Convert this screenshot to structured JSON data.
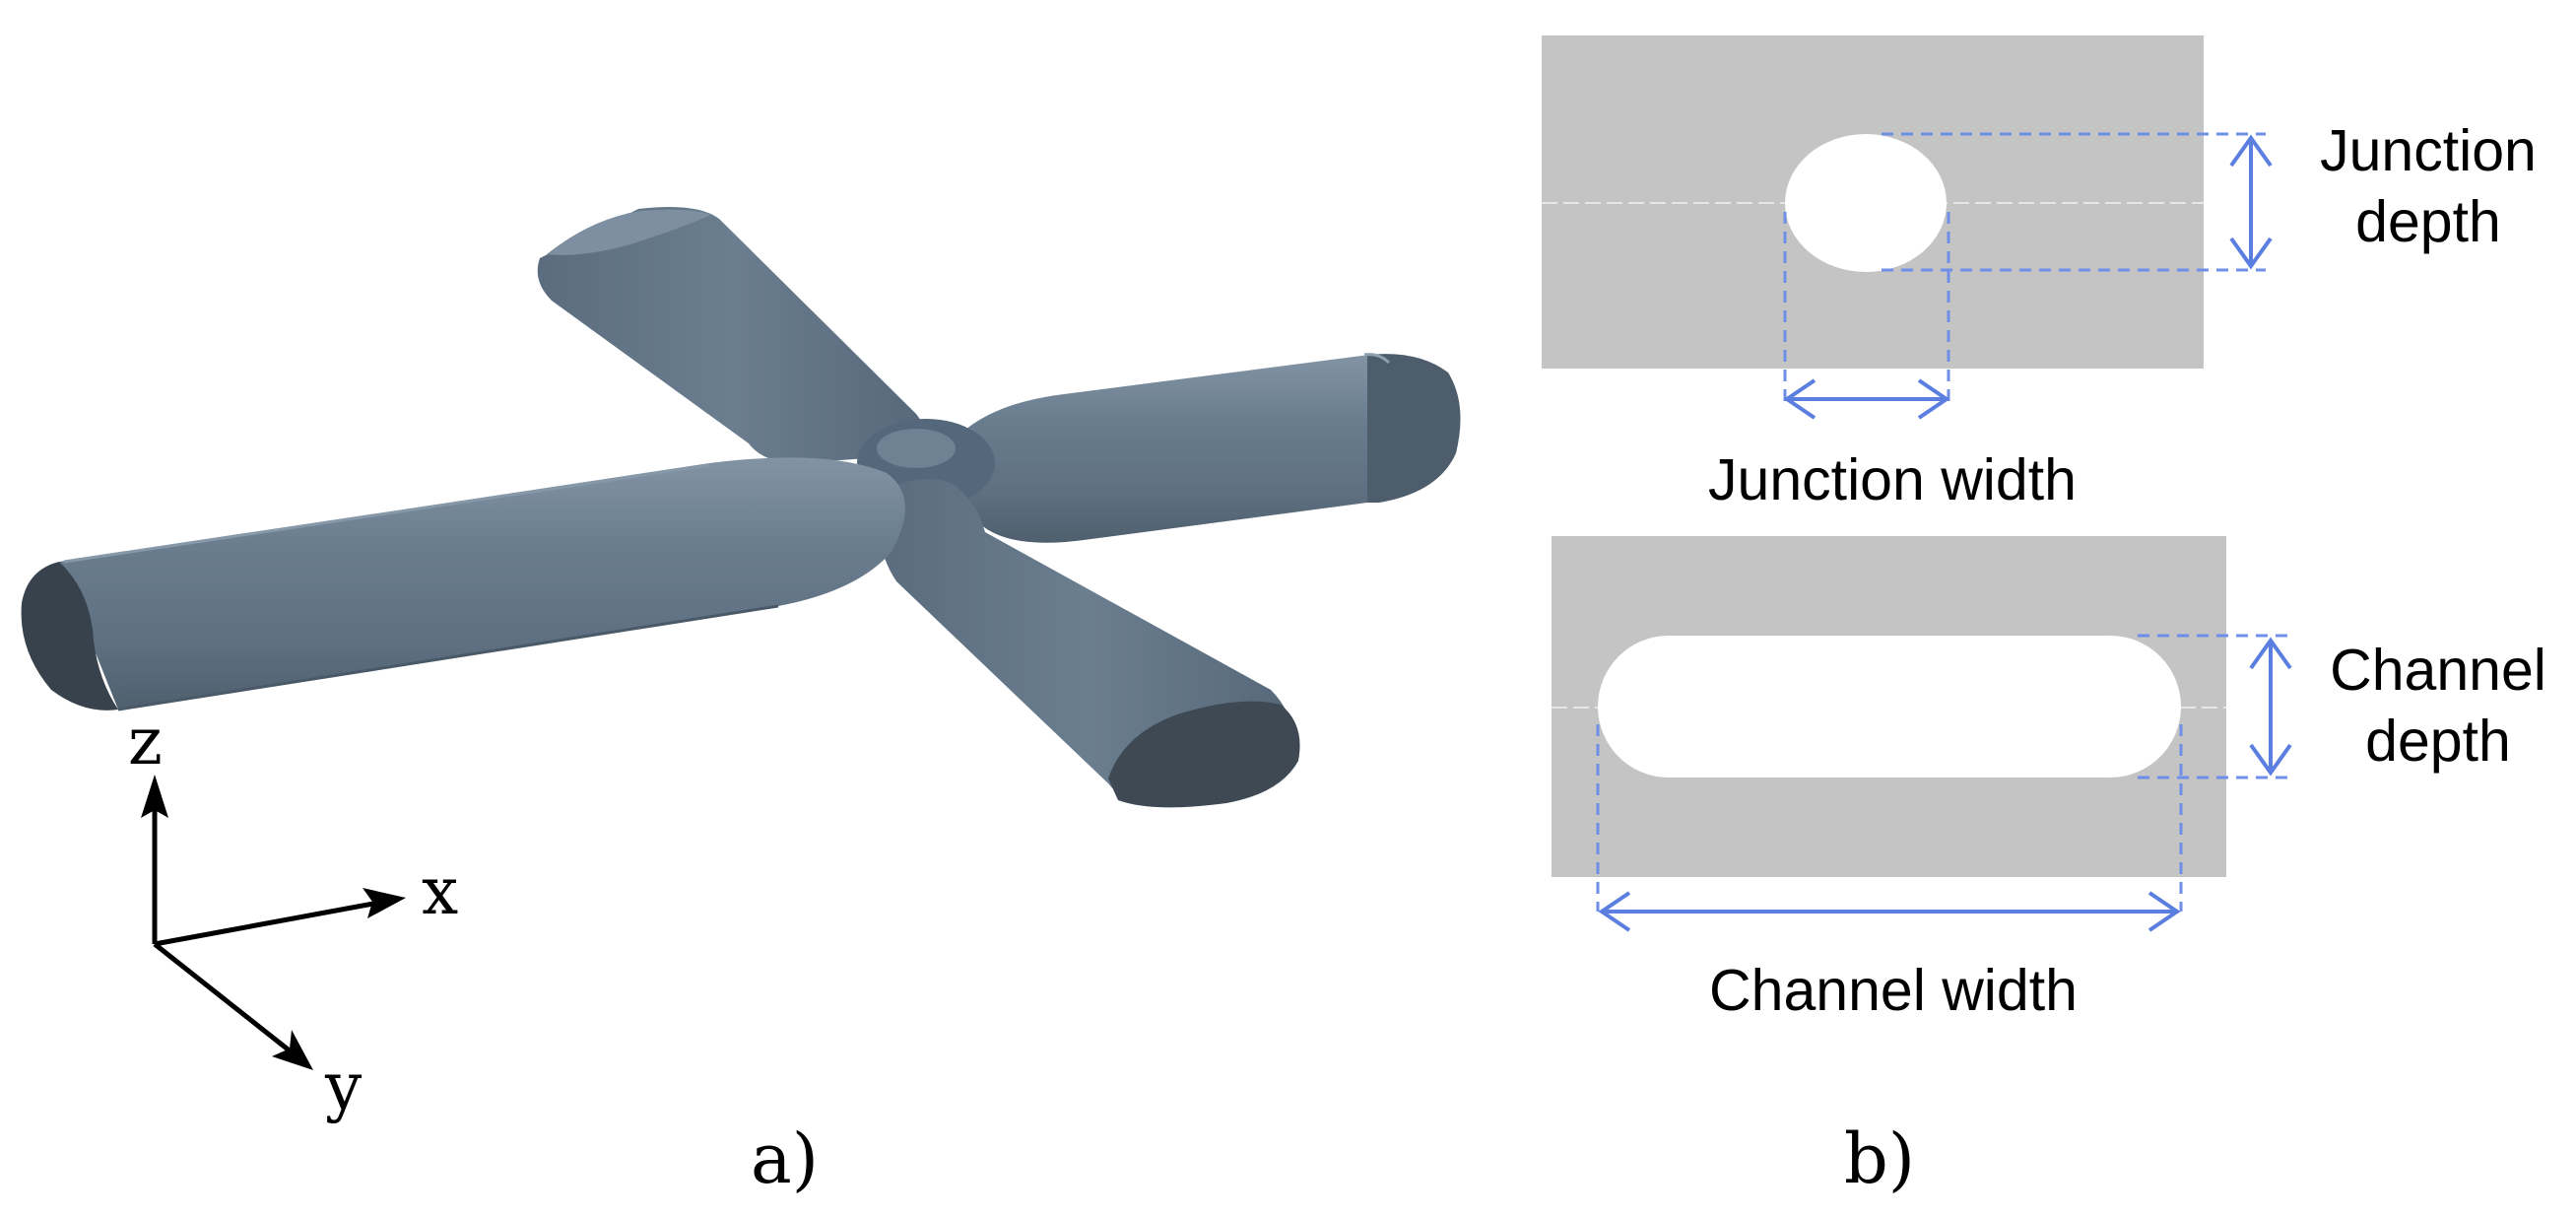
{
  "panel_a": {
    "label": "a)",
    "axes": {
      "z": "z",
      "x": "x",
      "y": "y"
    }
  },
  "panel_b": {
    "label": "b)",
    "junction_section": {
      "depth_line1": "Junction",
      "depth_line2": "depth",
      "width_label": "Junction width"
    },
    "channel_section": {
      "depth_line1": "Channel",
      "depth_line2": "depth",
      "width_label": "Channel width"
    }
  },
  "colors": {
    "channel_body": "#637789",
    "channel_dark": "#3e4954",
    "section_fill": "#c4c4c4",
    "dimension_line": "#5b7fe0"
  }
}
